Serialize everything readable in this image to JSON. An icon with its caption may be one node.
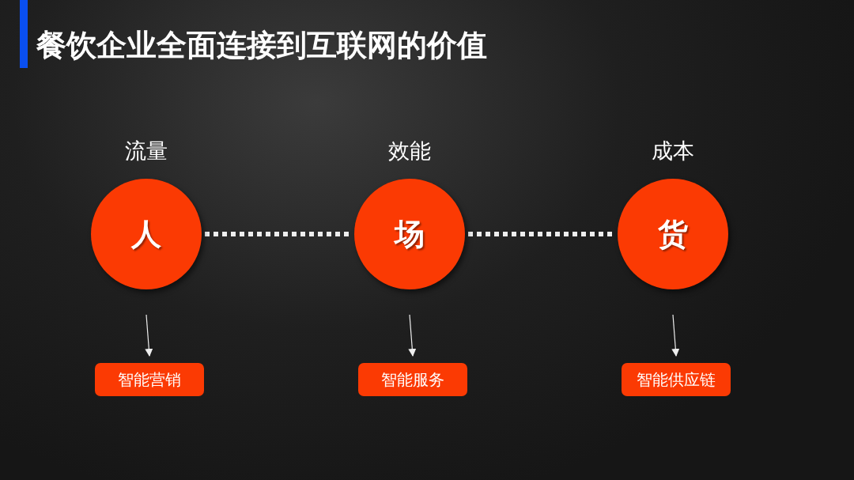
{
  "diagram": {
    "title": "餐饮企业全面连接到互联网的价值",
    "nodes": [
      {
        "text": [
          "流量",
          "人"
        ]
      },
      {
        "text": [
          "效能",
          "场"
        ]
      },
      {
        "text": [
          "成本",
          "货"
        ]
      },
      {
        "text": [
          "智能营销"
        ]
      },
      {
        "text": [
          "智能服务"
        ]
      },
      {
        "text": [
          "智能供应链"
        ]
      }
    ],
    "edges": [
      {
        "from": 0,
        "to": 1,
        "arrow": "none",
        "style": "dashed"
      },
      {
        "from": 1,
        "to": 2,
        "arrow": "none",
        "style": "dashed"
      },
      {
        "from": 0,
        "to": 3,
        "arrow": "to"
      },
      {
        "from": 1,
        "to": 4,
        "arrow": "to"
      },
      {
        "from": 2,
        "to": 5,
        "arrow": "to"
      }
    ]
  }
}
